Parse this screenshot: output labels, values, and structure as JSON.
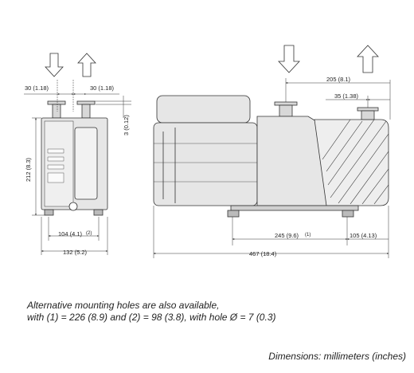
{
  "dimensions": {
    "side_left_offset": "30 (1.18)",
    "side_right_offset": "30 (1.18)",
    "side_flange_height": "3 (0.12)",
    "side_height": "212 (8.3)",
    "side_foot_spacing": "104 (4.1)",
    "side_foot_spacing_ref": "(2)",
    "side_width": "132 (5.2)",
    "front_outlet_offset": "205 (8.1)",
    "front_port_offset": "35 (1.38)",
    "front_foot_spacing": "245 (9.6)",
    "front_foot_spacing_ref": "(1)",
    "front_end_offset": "105 (4.13)",
    "front_length": "467 (18.4)"
  },
  "note": {
    "line1": "Alternative mounting holes are also available,",
    "line2": "with (1) = 226 (8.9) and (2) = 98 (3.8), with hole Ø = 7 (0.3)"
  },
  "footer": "Dimensions: millimeters (inches)",
  "colors": {
    "body": "#e6e6e6",
    "dark": "#cfcfcf",
    "line": "#333333"
  }
}
